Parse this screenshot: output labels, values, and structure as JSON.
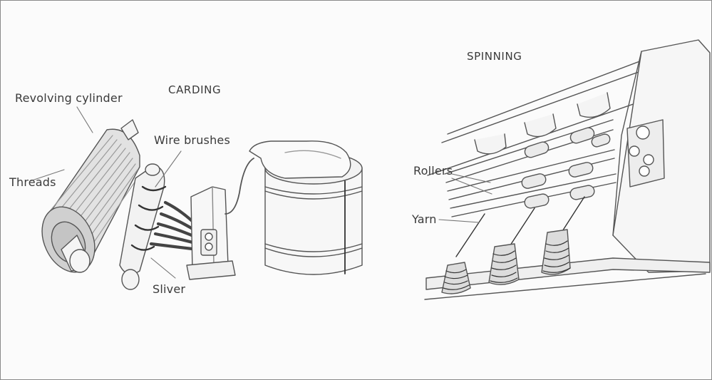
{
  "carding": {
    "title": "CARDING",
    "labels": {
      "revolving_cylinder": "Revolving cylinder",
      "wire_brushes": "Wire brushes",
      "threads": "Threads",
      "sliver": "Sliver"
    }
  },
  "spinning": {
    "title": "SPINNING",
    "labels": {
      "rollers": "Rollers",
      "yarn": "Yarn"
    }
  }
}
